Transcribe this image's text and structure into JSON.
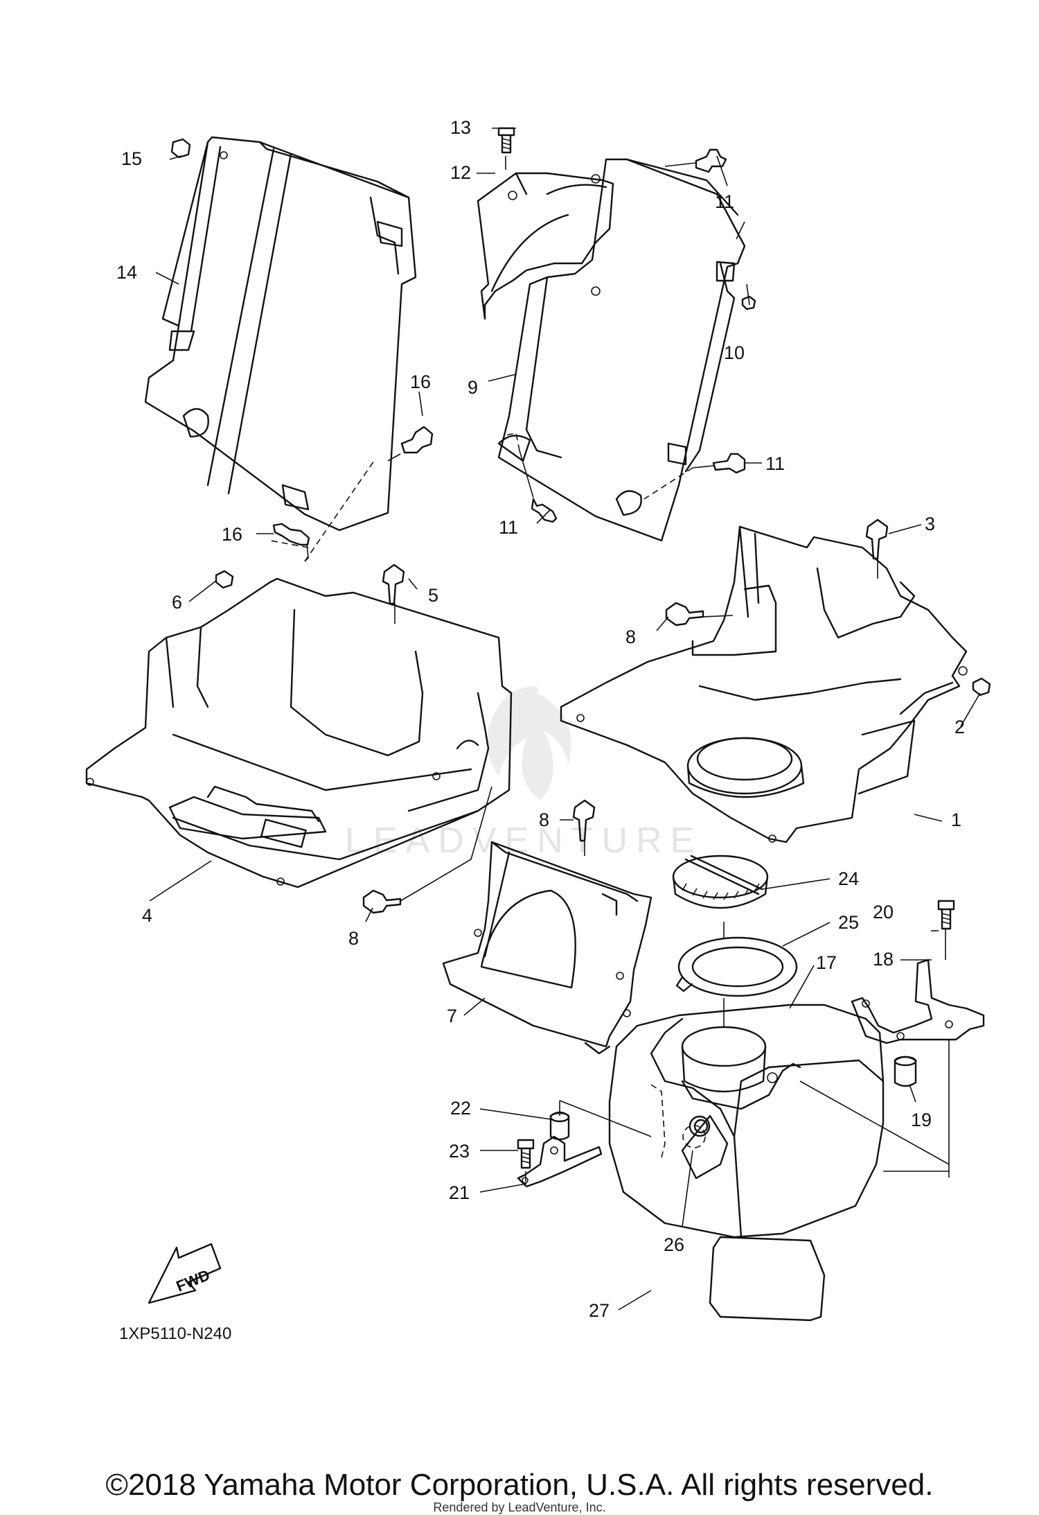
{
  "diagram": {
    "part_code": "1XP5110-N240",
    "forward_label": "FWD",
    "watermark": "LEADVENTURE",
    "callouts": [
      {
        "id": "c1",
        "label": "1"
      },
      {
        "id": "c2",
        "label": "2"
      },
      {
        "id": "c3",
        "label": "3"
      },
      {
        "id": "c4",
        "label": "4"
      },
      {
        "id": "c5",
        "label": "5"
      },
      {
        "id": "c6",
        "label": "6"
      },
      {
        "id": "c7",
        "label": "7"
      },
      {
        "id": "c8a",
        "label": "8"
      },
      {
        "id": "c8b",
        "label": "8"
      },
      {
        "id": "c8c",
        "label": "8"
      },
      {
        "id": "c9",
        "label": "9"
      },
      {
        "id": "c10",
        "label": "10"
      },
      {
        "id": "c11a",
        "label": "11"
      },
      {
        "id": "c11b",
        "label": "11"
      },
      {
        "id": "c11c",
        "label": "11"
      },
      {
        "id": "c12",
        "label": "12"
      },
      {
        "id": "c13",
        "label": "13"
      },
      {
        "id": "c14",
        "label": "14"
      },
      {
        "id": "c15",
        "label": "15"
      },
      {
        "id": "c16a",
        "label": "16"
      },
      {
        "id": "c16b",
        "label": "16"
      },
      {
        "id": "c17",
        "label": "17"
      },
      {
        "id": "c18",
        "label": "18"
      },
      {
        "id": "c19",
        "label": "19"
      },
      {
        "id": "c20",
        "label": "20"
      },
      {
        "id": "c21",
        "label": "21"
      },
      {
        "id": "c22",
        "label": "22"
      },
      {
        "id": "c23",
        "label": "23"
      },
      {
        "id": "c24",
        "label": "24"
      },
      {
        "id": "c25",
        "label": "25"
      },
      {
        "id": "c26",
        "label": "26"
      },
      {
        "id": "c27",
        "label": "27"
      }
    ]
  },
  "footer": {
    "copyright": "©2018 Yamaha Motor Corporation, U.S.A. All rights reserved.",
    "rendered_by": "Rendered by LeadVenture, Inc."
  }
}
